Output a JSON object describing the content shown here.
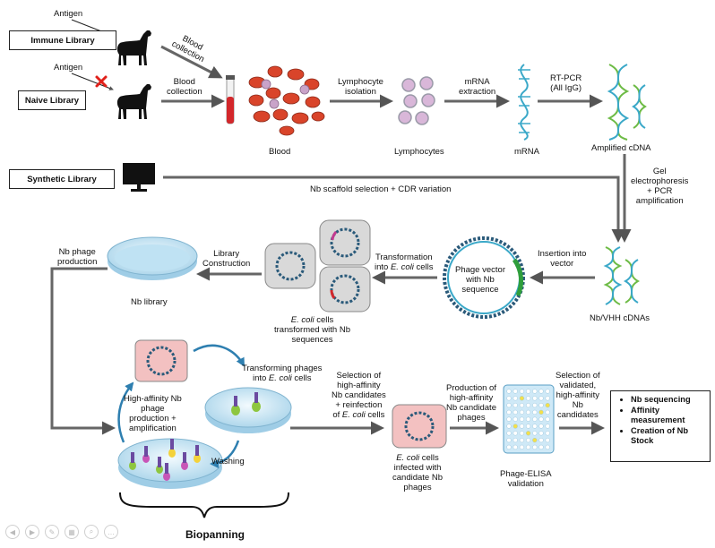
{
  "libraries": {
    "immune": "Immune Library",
    "naive": "Naive Library",
    "synthetic": "Synthetic Library"
  },
  "labels": {
    "antigen_top": "Antigen",
    "antigen_bottom": "Antigen",
    "blood_collection_diag_1": "Blood",
    "blood_collection_diag_2": "collection",
    "blood_collection_1": "Blood",
    "blood_collection_2": "collection",
    "blood": "Blood",
    "lymphocyte_isolation_1": "Lymphocyte",
    "lymphocyte_isolation_2": "isolation",
    "lymphocytes": "Lymphocytes",
    "mrna_extraction_1": "mRNA",
    "mrna_extraction_2": "extraction",
    "mrna": "mRNA",
    "rtpcr_1": "RT-PCR",
    "rtpcr_2": "(All IgG)",
    "amplified_cdna": "Amplified cDNA",
    "scaffold": "Nb scaffold selection + CDR variation",
    "gel_1": "Gel",
    "gel_2": "electrophoresis",
    "gel_3": "+ PCR",
    "gel_4": "amplification",
    "insertion_1": "Insertion into",
    "insertion_2": "vector",
    "phage_vector_1": "Phage vector",
    "phage_vector_2": "with Nb",
    "phage_vector_3": "sequence",
    "vhh": "Nb/VHH cDNAs",
    "transformation_1": "Transformation",
    "transformation_2a": "into ",
    "transformation_2b": "E. coli",
    "transformation_2c": " cells",
    "ecoli_trans_1a": "E. coli",
    "ecoli_trans_1b": " cells",
    "ecoli_trans_2": "transformed with Nb",
    "ecoli_trans_3": "sequences",
    "library_construction_1": "Library",
    "library_construction_2": "Construction",
    "nb_library": "Nb library",
    "nb_phage_1": "Nb phage",
    "nb_phage_2": "production",
    "transforming_1": "Transforming phages",
    "transforming_2a": "into ",
    "transforming_2b": "E. coli",
    "transforming_2c": " cells",
    "high_aff_1": "High-affinity Nb",
    "high_aff_2": "phage",
    "high_aff_3": "production +",
    "high_aff_4": "amplification",
    "washing": "Washing",
    "selection_1": "Selection of",
    "selection_2": "high-affinity",
    "selection_3": "Nb candidates",
    "selection_4": "+ reinfection",
    "selection_5a": "of ",
    "selection_5b": "E. coli",
    "selection_5c": " cells",
    "infected_1a": "E. coli",
    "infected_1b": " cells",
    "infected_2": "infected with",
    "infected_3": "candidate Nb",
    "infected_4": "phages",
    "production_1": "Production of",
    "production_2": "high-affinity",
    "production_3": "Nb candidate",
    "production_4": "phages",
    "elisa_1": "Phage-ELISA",
    "elisa_2": "validation",
    "validated_1": "Selection of",
    "validated_2": "validated,",
    "validated_3": "high-affinity",
    "validated_4": "Nb",
    "validated_5": "candidates",
    "biopanning": "Biopanning"
  },
  "final_steps": [
    "Nb sequencing",
    "Affinity measurement",
    "Creation of Nb Stock"
  ],
  "colors": {
    "arrow": "#666666",
    "cycle_arrow": "#2e7fb0",
    "rbc": "#d9442a",
    "lymphocyte": "#c9a3c9",
    "dna_teal": "#3aa8c8",
    "dna_green": "#6dbb45",
    "cell_box": "#d9d9d9",
    "infected_cell": "#f3c1c1",
    "dish": "#cfe8f4",
    "reject": "#e0201a"
  }
}
